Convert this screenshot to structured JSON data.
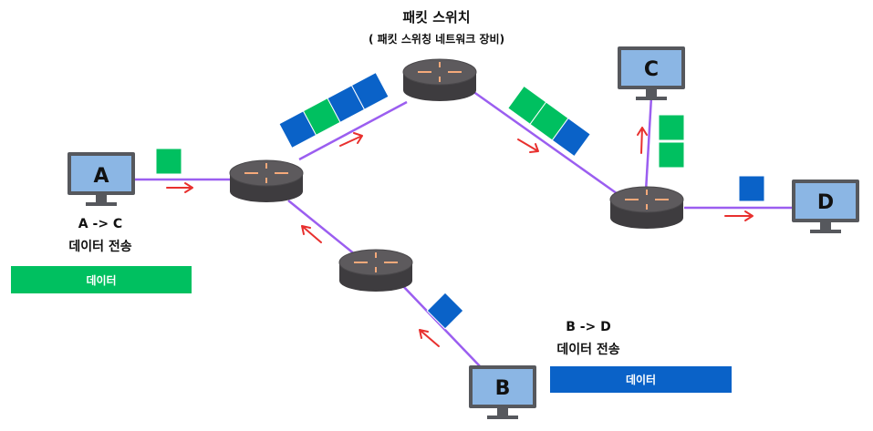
{
  "header": {
    "title": "패킷 스위치",
    "subtitle": "( 패킷 스위칭 네트워크 장비)"
  },
  "hosts": {
    "a": "A",
    "b": "B",
    "c": "C",
    "d": "D"
  },
  "flow_a": {
    "route": "A -> C",
    "caption": "데이터 전송",
    "bar_label": "데이터",
    "color": "#00c060"
  },
  "flow_b": {
    "route": "B -> D",
    "caption": "데이터 전송",
    "bar_label": "데이터",
    "color": "#0a62c8"
  },
  "colors": {
    "link": "#9b5ef0",
    "arrow": "#e8302e",
    "monitor_screen": "#8bb6e4",
    "monitor_body": "#56585d",
    "router_top": "#5d5a5d",
    "router_side": "#3e3c3f",
    "router_mark": "#f5a97a"
  },
  "icons": [
    "monitor-icon",
    "router-icon",
    "packet-icon",
    "arrow-icon"
  ]
}
